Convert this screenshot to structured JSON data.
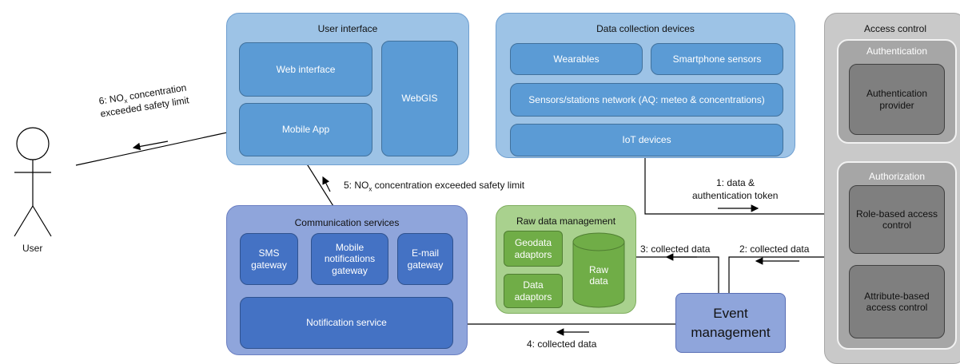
{
  "actor": {
    "label": "User"
  },
  "user_interface": {
    "title": "User interface",
    "web_interface": "Web interface",
    "mobile_app": "Mobile App",
    "webgis": "WebGIS"
  },
  "data_collection": {
    "title": "Data collection devices",
    "wearables": "Wearables",
    "smartphone_sensors": "Smartphone sensors",
    "sensors_network": "Sensors/stations network (AQ: meteo & concentrations)",
    "iot_devices": "IoT devices"
  },
  "access_control": {
    "title": "Access control",
    "authentication": {
      "title": "Authentication",
      "provider": "Authentication provider"
    },
    "authorization": {
      "title": "Authorization",
      "rbac": "Role-based access control",
      "abac": "Attribute-based access control"
    }
  },
  "communication": {
    "title": "Communication services",
    "sms_gateway": "SMS gateway",
    "mobile_notifications_gateway": "Mobile notifications gateway",
    "email_gateway": "E-mail gateway",
    "notification_service": "Notification service"
  },
  "raw_data": {
    "title": "Raw data management",
    "geodata_adaptors": "Geodata adaptors",
    "data_adaptors": "Data adaptors",
    "raw_data_store": "Raw data"
  },
  "event_management": {
    "label": "Event management"
  },
  "flows": {
    "f1": {
      "line1": "1: data &",
      "line2": "authentication token"
    },
    "f2": "2: collected data",
    "f3": "3: collected data",
    "f4": "4: collected data",
    "f5": {
      "prefix": "5: NO",
      "sub": "x",
      "suffix": " concentration exceeded safety limit"
    },
    "f6": {
      "prefix": "6: NO",
      "sub": "x",
      "suffix": " concentration",
      "line2": "exceeded safety limit"
    }
  }
}
